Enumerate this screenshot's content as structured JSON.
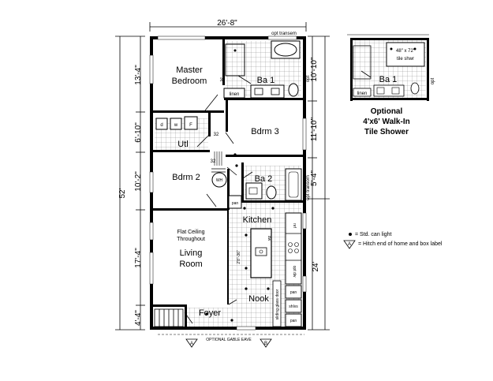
{
  "dimensions": {
    "overall_width": "26'-8\"",
    "overall_length": "52'",
    "left_segments": [
      "13'-4\"",
      "6'-10\"",
      "10'-2\"",
      "17'-4\"",
      "4'-4\""
    ],
    "right_segments": [
      "10'-10\"",
      "11'-10\"",
      "5'-4\"",
      "24'"
    ]
  },
  "rooms": {
    "master_bedroom": [
      "Master",
      "Bedroom"
    ],
    "bath1": "Ba 1",
    "bedroom3": "Bdrm 3",
    "utility": "Utl",
    "bedroom2": "Bdrm 2",
    "bath2": "Ba 2",
    "kitchen": "Kitchen",
    "living_ceiling": [
      "Flat Ceiling",
      "Throughout"
    ],
    "living": [
      "Living",
      "Room"
    ],
    "nook": "Nook",
    "foyer": "Foyer"
  },
  "small_labels": {
    "opt_transem_top": "opt transem",
    "opt_right_top": "opt",
    "linen": "linen",
    "door_32_a": "32",
    "door_32_b": "32",
    "door_32_c": "32",
    "washer": "w",
    "dryer": "d",
    "furnace": "F",
    "water_heater": "WH",
    "pan_bath2": "pan",
    "opt_transom_right": "opt transom",
    "island_dim": "2'8\"-36\"",
    "pan_nook_1": "pan",
    "pan_nook_2": "pan",
    "shelves": "shlvs",
    "sliding_door": "sliding glass door",
    "gable_eave": "OPTIONAL GABLE EAVE",
    "marker_a": "A",
    "marker_b": "B",
    "ref_labels": [
      "ref",
      "dw",
      "opt dw"
    ]
  },
  "inset": {
    "tile_dim": "48\" x 72\"",
    "tile_label": "tile shwr",
    "bath": "Ba 1",
    "linen": "linen",
    "opt": "opt",
    "title": [
      "Optional",
      "4'x6' Walk-In",
      "Tile Shower"
    ]
  },
  "legend": {
    "can_light": "= Std. can light",
    "hitch_marker": "A",
    "hitch": "= Hitch end of home and box label"
  }
}
